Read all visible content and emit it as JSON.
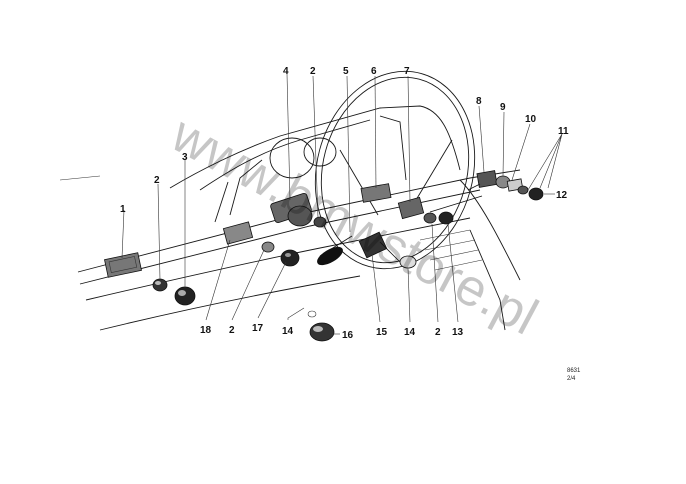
{
  "watermark": "www.bmwstore.pl",
  "reference_code": "8631",
  "reference_sub": "2/4",
  "callouts": [
    {
      "id": "c1",
      "text": "1"
    },
    {
      "id": "c2a",
      "text": "2"
    },
    {
      "id": "c3",
      "text": "3"
    },
    {
      "id": "c4",
      "text": "4"
    },
    {
      "id": "c2b",
      "text": "2"
    },
    {
      "id": "c5",
      "text": "5"
    },
    {
      "id": "c6",
      "text": "6"
    },
    {
      "id": "c7",
      "text": "7"
    },
    {
      "id": "c8",
      "text": "8"
    },
    {
      "id": "c9",
      "text": "9"
    },
    {
      "id": "c10",
      "text": "10"
    },
    {
      "id": "c11",
      "text": "11"
    },
    {
      "id": "c12",
      "text": "12"
    },
    {
      "id": "c18",
      "text": "18"
    },
    {
      "id": "c2c",
      "text": "2"
    },
    {
      "id": "c17",
      "text": "17"
    },
    {
      "id": "c14a",
      "text": "14"
    },
    {
      "id": "c16",
      "text": "16"
    },
    {
      "id": "c15",
      "text": "15"
    },
    {
      "id": "c14b",
      "text": "14"
    },
    {
      "id": "c2d",
      "text": "2"
    },
    {
      "id": "c13",
      "text": "13"
    }
  ]
}
